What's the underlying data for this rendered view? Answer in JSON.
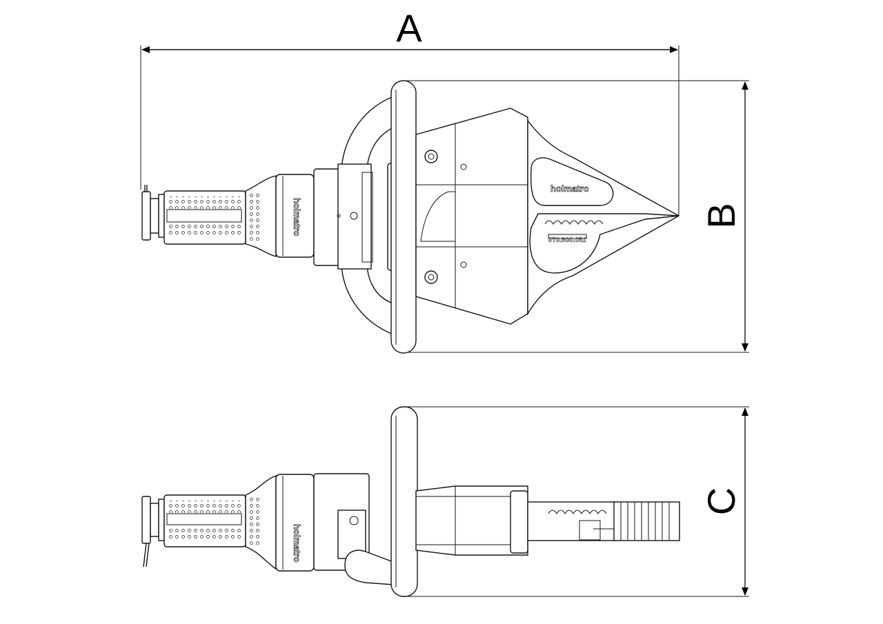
{
  "dimensions": {
    "a": "A",
    "b": "B",
    "c": "C"
  },
  "tool": {
    "brand": "holmatro",
    "part_number": "150.006.070"
  }
}
